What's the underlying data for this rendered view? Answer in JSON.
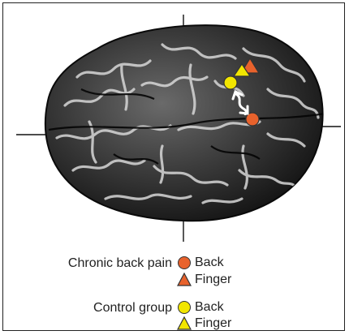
{
  "figure": {
    "colors": {
      "chronic": "#e8622c",
      "control": "#f2e600",
      "outline": "#333333",
      "crosshair": "#111111",
      "arrow": "#ffffff"
    }
  },
  "legend": {
    "groups": [
      {
        "label": "Chronic back pain",
        "items": [
          {
            "shape": "circle-icon",
            "label": "Back"
          },
          {
            "shape": "triangle-icon",
            "label": "Finger"
          }
        ]
      },
      {
        "label": "Control group",
        "items": [
          {
            "shape": "circle-icon",
            "label": "Back"
          },
          {
            "shape": "triangle-icon",
            "label": "Finger"
          }
        ]
      }
    ]
  }
}
